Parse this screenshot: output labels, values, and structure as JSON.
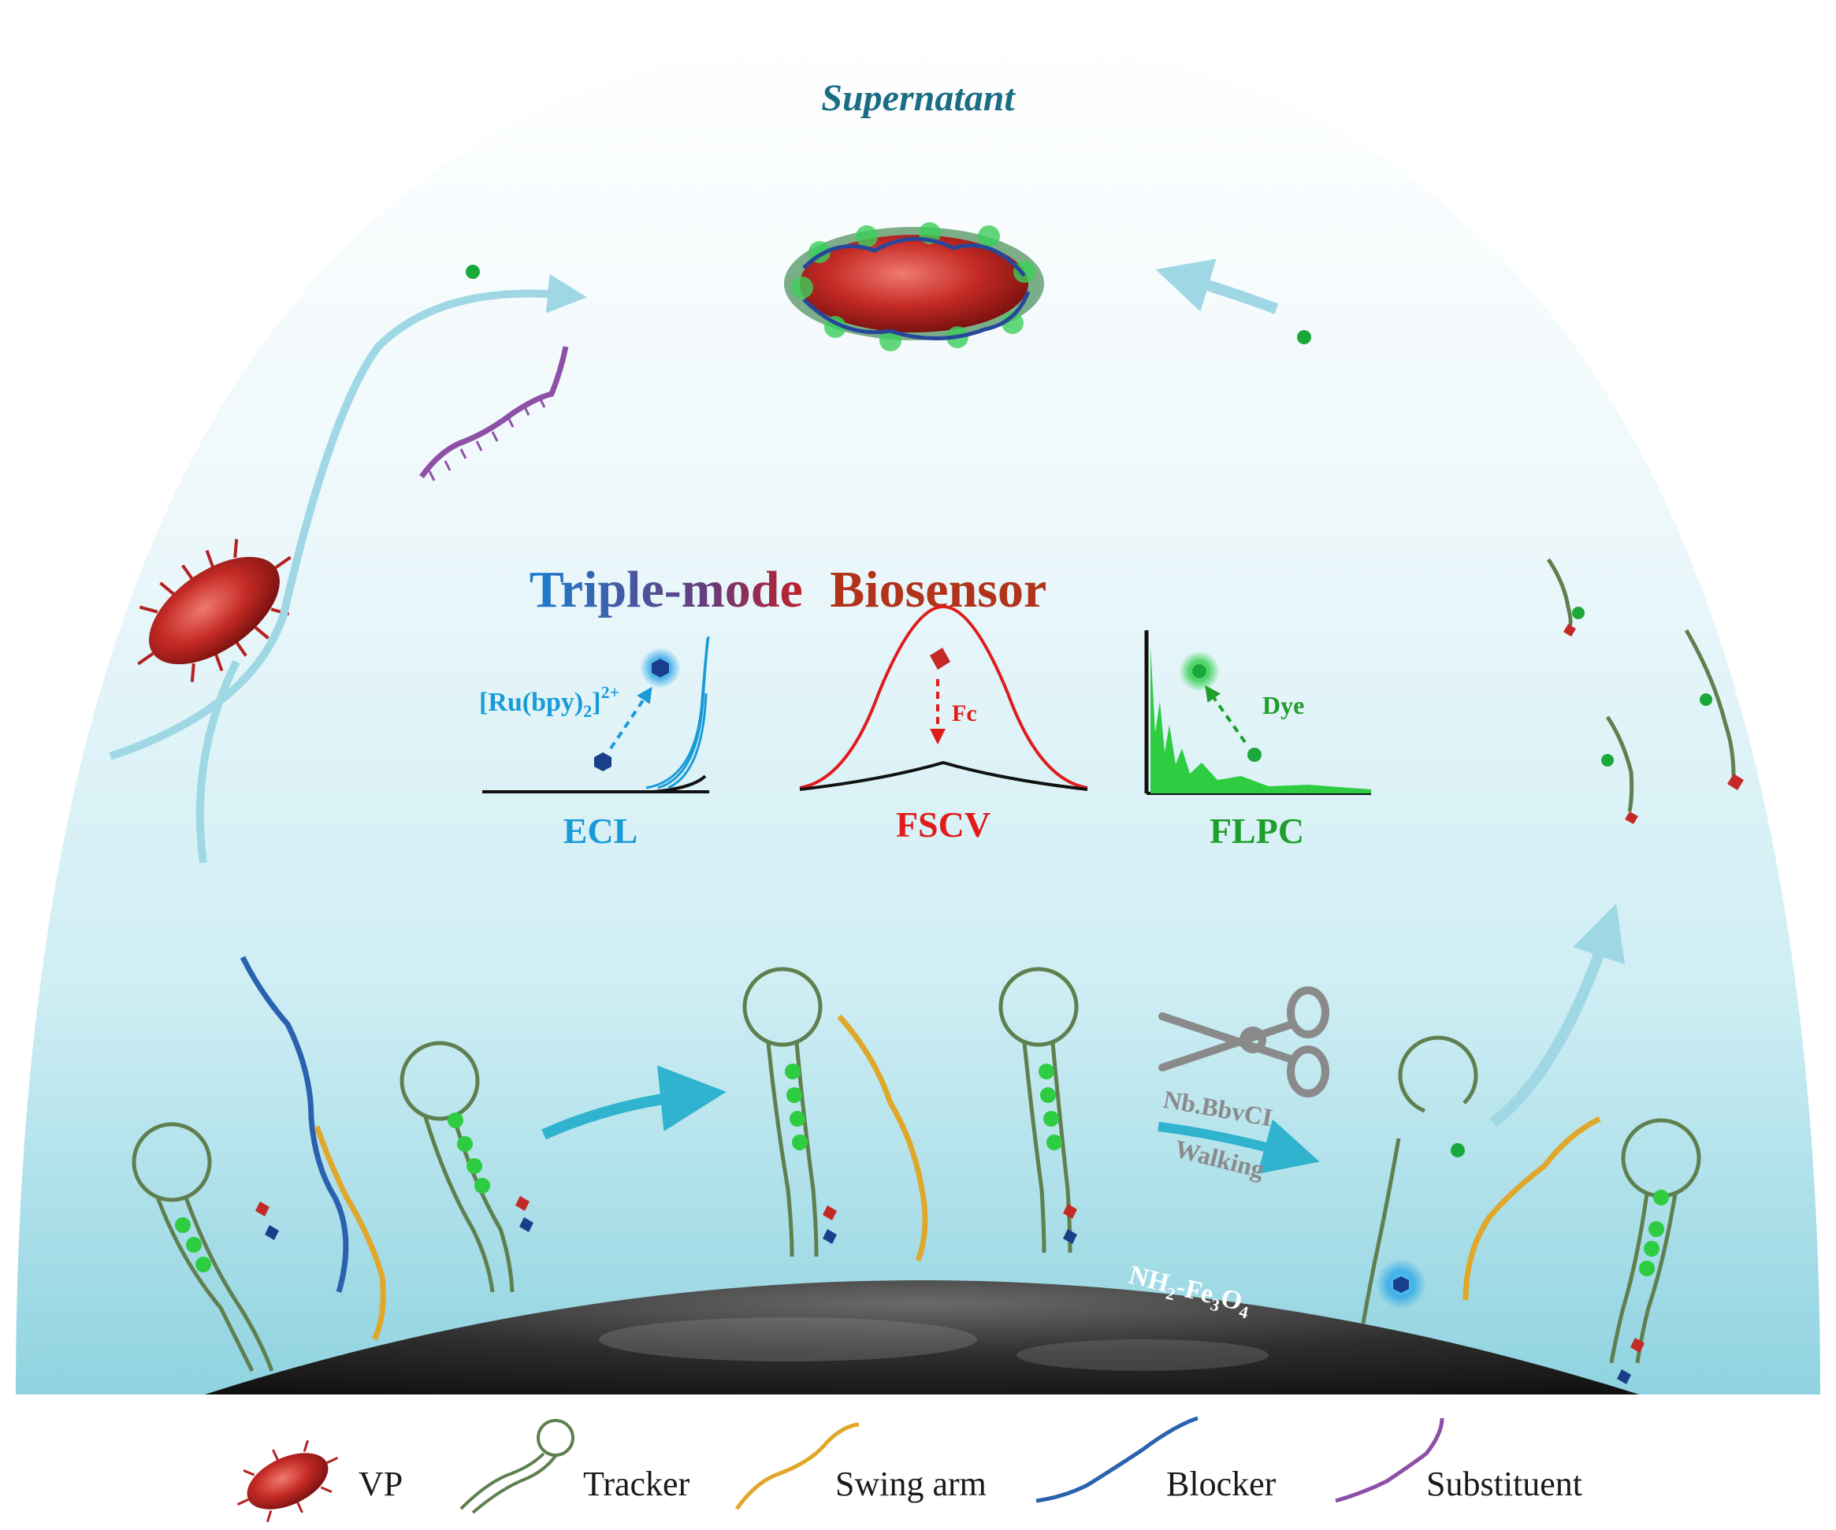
{
  "labels": {
    "supernatant": "Supernatant",
    "title_triple": "Triple-mode",
    "title_bio": "Biosensor",
    "ecl": "ECL",
    "fscv": "FSCV",
    "flpc": "FLPC",
    "ru_main": "[Ru(bpy)",
    "ru_sub": "2",
    "ru_close": "]",
    "ru_sup": "2+",
    "fc": "Fc",
    "dye": "Dye",
    "enzyme": "Nb.BbvCI",
    "walking": "Walking",
    "nh2": "NH",
    "nh2_sub": "2",
    "fe": "-Fe",
    "fe_sub3": "3",
    "o": "O",
    "o_sub4": "4"
  },
  "legend": [
    {
      "icon": "virus-particle-icon",
      "label": "VP"
    },
    {
      "icon": "tracker-hairpin-icon",
      "label": "Tracker"
    },
    {
      "icon": "swing-arm-strand-icon",
      "label": "Swing arm"
    },
    {
      "icon": "blocker-strand-icon",
      "label": "Blocker"
    },
    {
      "icon": "substituent-strand-icon",
      "label": "Substituent"
    }
  ],
  "colors": {
    "ecl": "#1a9bd8",
    "fscv": "#e01b1b",
    "flpc": "#1e9e2a",
    "supernatant": "#1b6d85",
    "arrow": "#2fb3cf",
    "tracker": "#5f7f4f",
    "swing_arm": "#e0a72a",
    "blocker": "#2a62b0",
    "substituent": "#8e4fa6",
    "virus": "#c42a25",
    "bead": "#2a2a2a"
  }
}
